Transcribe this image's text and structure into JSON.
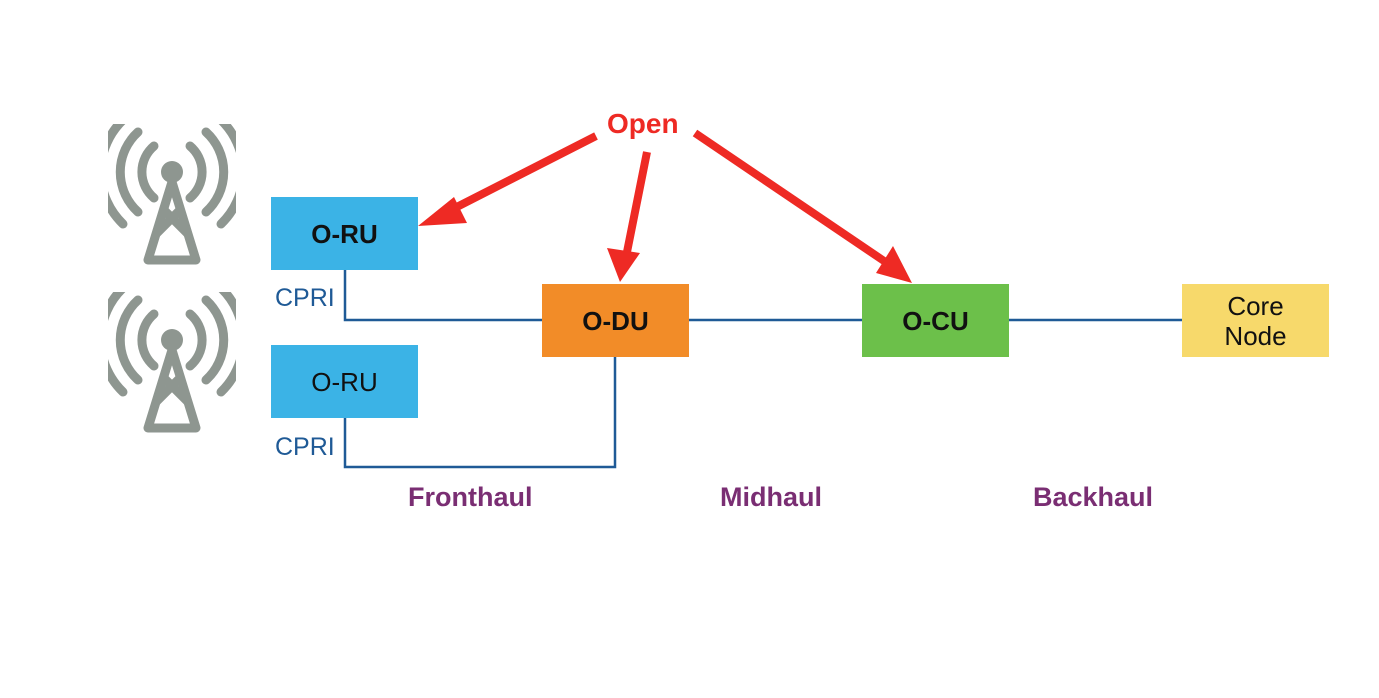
{
  "annotation": {
    "open_label": "Open"
  },
  "nodes": {
    "oru_top": {
      "label": "O-RU",
      "color": "#3bb3e6"
    },
    "oru_bottom": {
      "label": "O-RU",
      "color": "#3bb3e6"
    },
    "odu": {
      "label": "O-DU",
      "color": "#f28c28"
    },
    "ocu": {
      "label": "O-CU",
      "color": "#6cc04a"
    },
    "core": {
      "label_line1": "Core",
      "label_line2": "Node",
      "color": "#f7d96b"
    }
  },
  "links": {
    "cpri_top": "CPRI",
    "cpri_bottom": "CPRI",
    "line_color": "#1f5a96"
  },
  "segments": {
    "fronthaul": "Fronthaul",
    "midhaul": "Midhaul",
    "backhaul": "Backhaul",
    "color": "#7a2e73"
  },
  "icons": {
    "tower_top": "cell-tower-icon",
    "tower_bottom": "cell-tower-icon",
    "tower_color": "#8e9690"
  },
  "arrow_color": "#ee2a24"
}
